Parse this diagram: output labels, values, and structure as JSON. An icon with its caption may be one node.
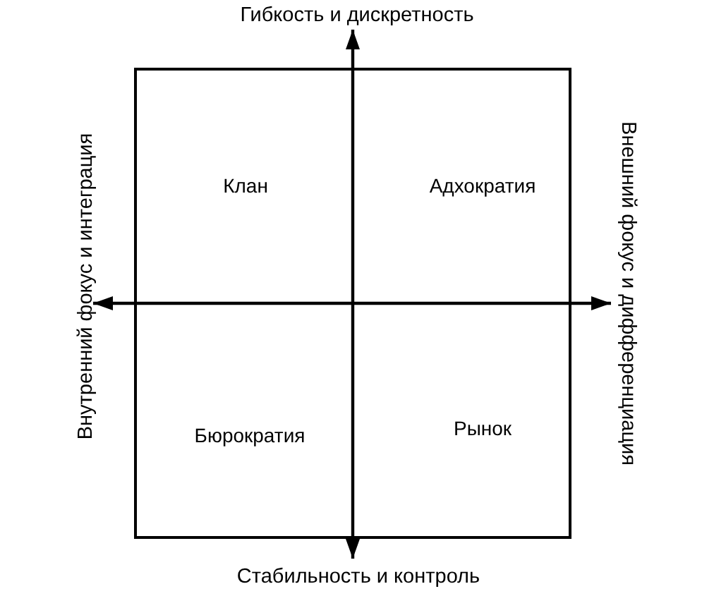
{
  "diagram": {
    "nodes": [
      {
        "text": [],
        "shape": "box"
      },
      {
        "text": [
          "Клан"
        ],
        "in": 0
      },
      {
        "text": [
          "Адхократия"
        ],
        "in": 0
      },
      {
        "text": [
          "Бюрократия"
        ],
        "in": 0
      },
      {
        "text": [
          "Рынок"
        ],
        "in": 0
      }
    ],
    "labels": [
      "Гибкость и дискретность",
      "Внутренний фокус и интеграция",
      "Внешний фокус и дифференциация",
      "Стабильность и контроль"
    ]
  }
}
